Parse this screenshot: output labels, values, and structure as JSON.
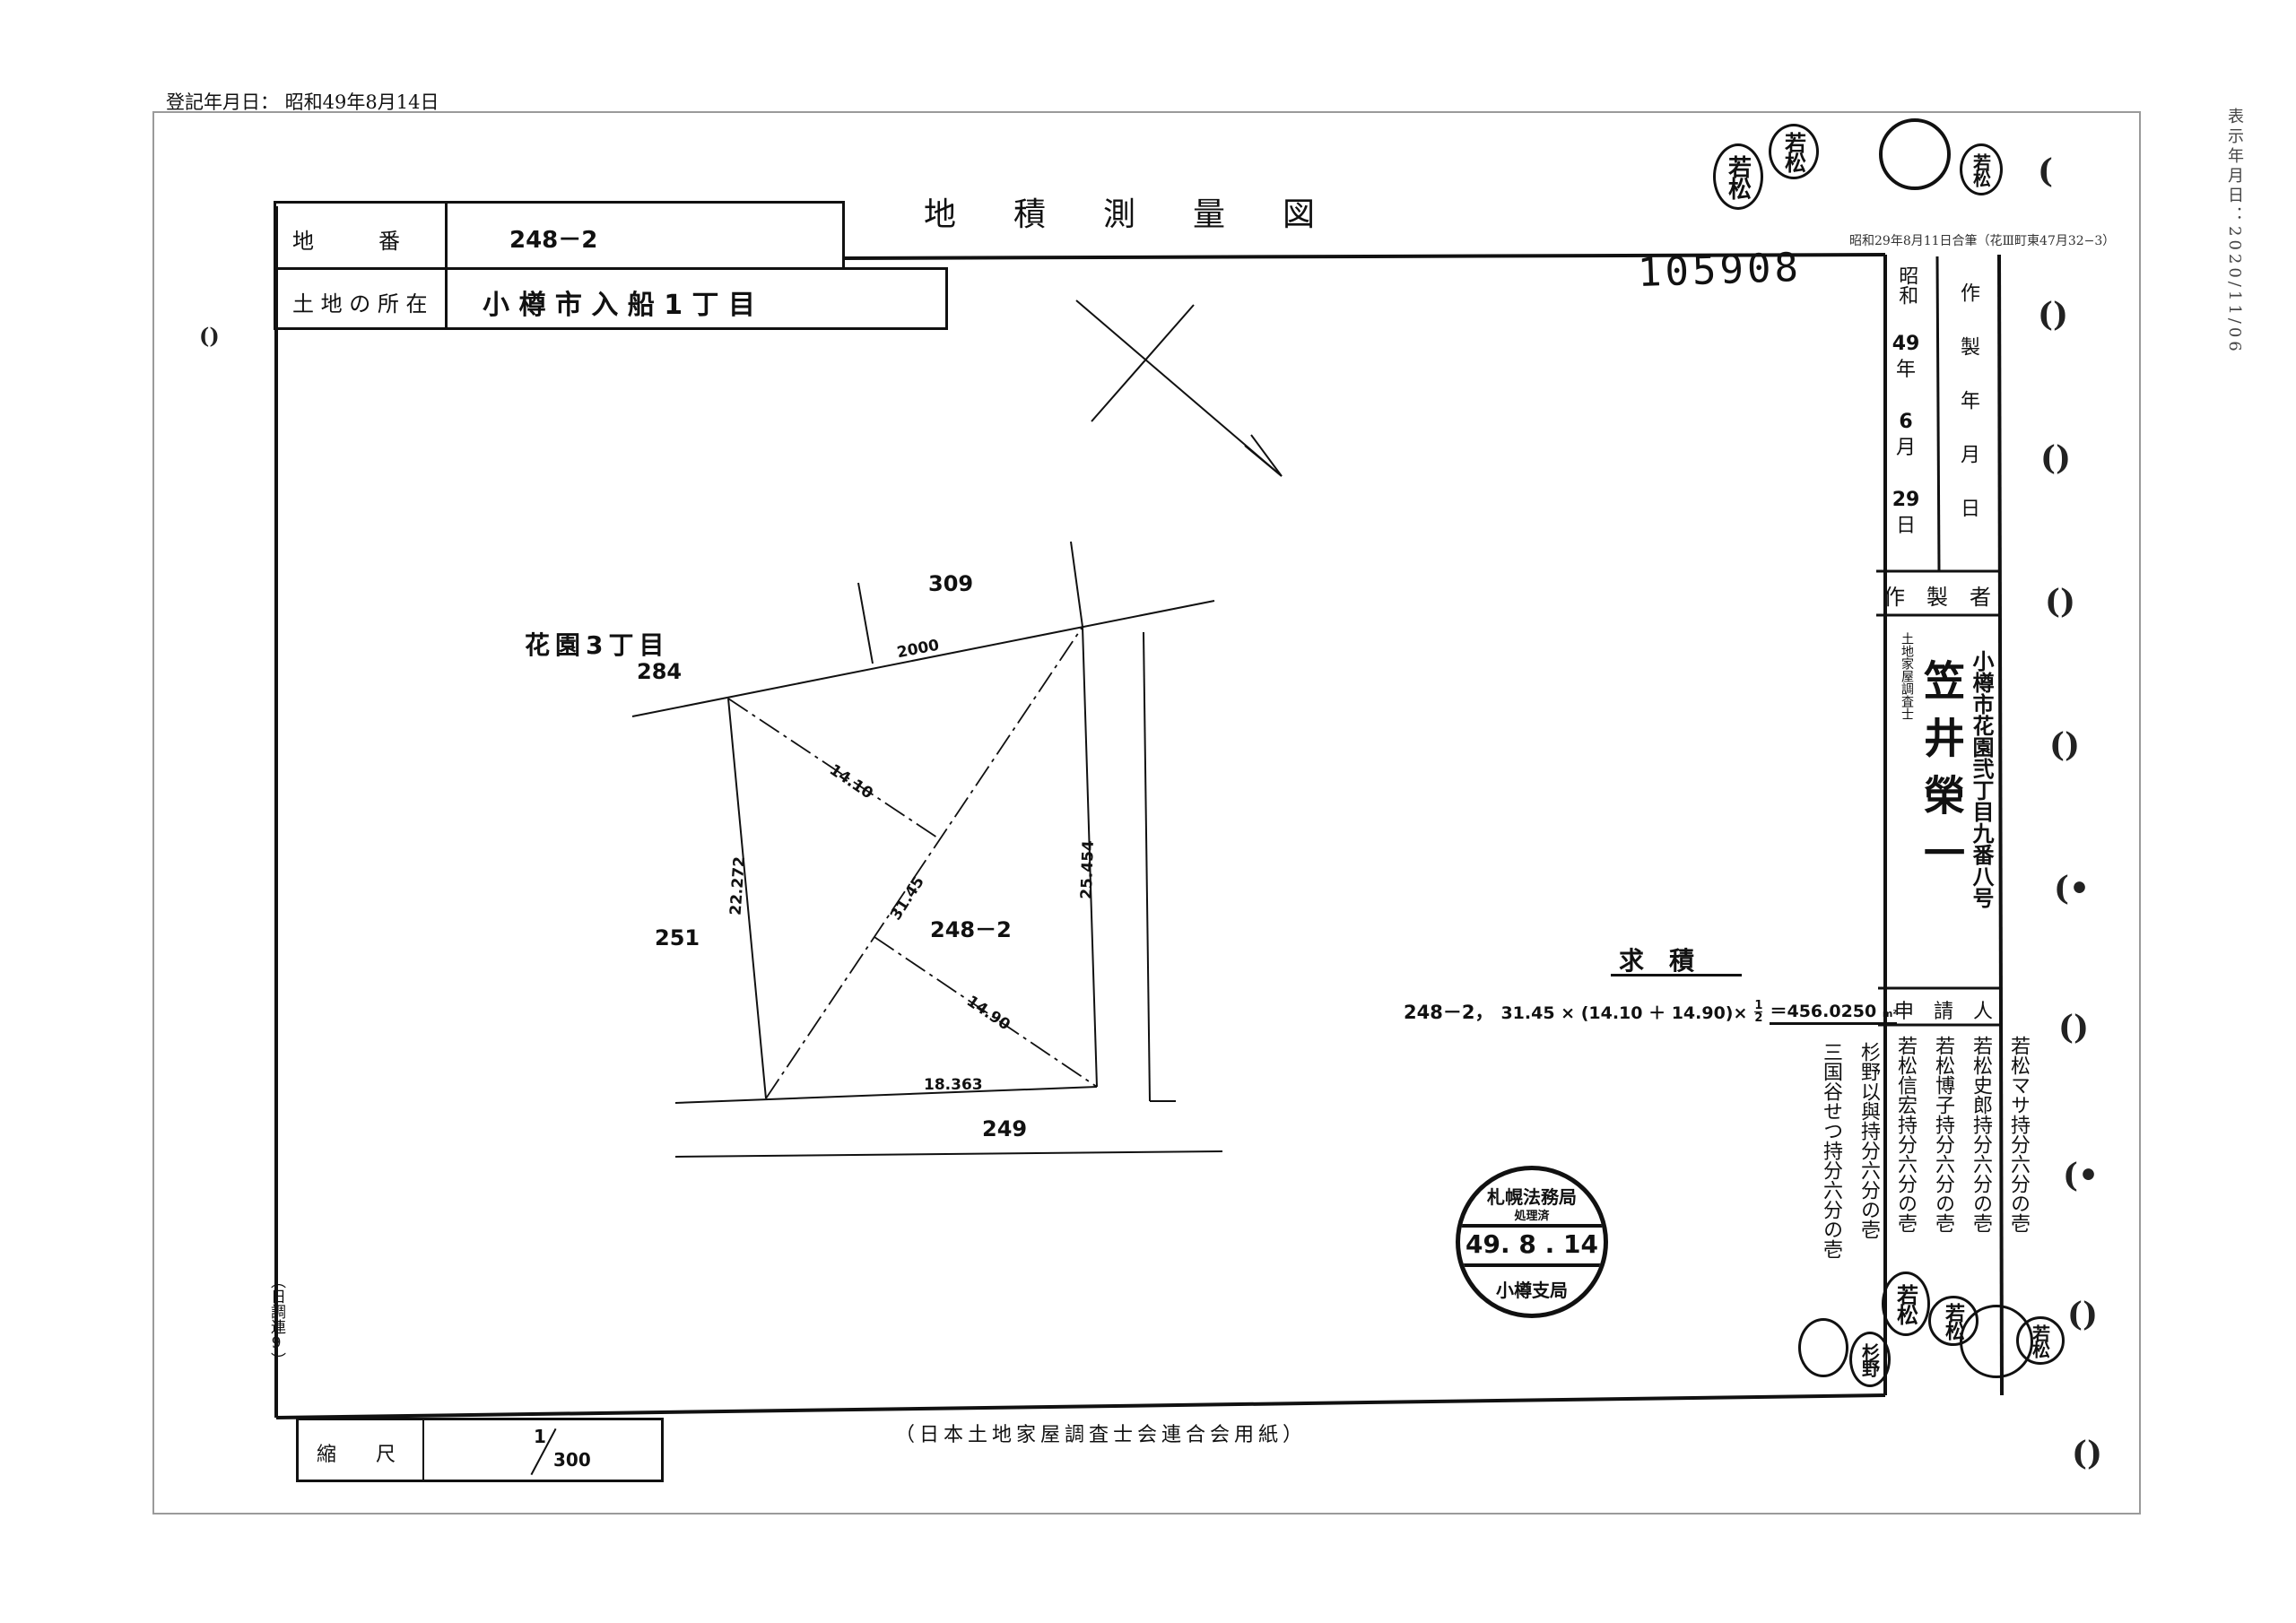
{
  "header": {
    "registration_date": "登記年月日： 昭和49年8月14日",
    "display_date": "表示年月日：2020/11/06"
  },
  "document": {
    "title": "地　積　測　量　図",
    "number": "105908",
    "handwritten_note": "昭和29年8月11日合筆（花Ⅲ町東47月32−3）"
  },
  "parcel": {
    "label": "地　　　番",
    "value": "248－2"
  },
  "location": {
    "label": "土 地 の 所 在",
    "value": "小 樽 市 入 船 1 丁 目"
  },
  "creation_date": {
    "label": "作製年月日",
    "era": "昭和",
    "year": "49",
    "year_unit": "年",
    "month": "6",
    "month_unit": "月",
    "day": "29",
    "day_unit": "日"
  },
  "maker": {
    "label": "作　製　者",
    "title": "土地家屋調査士",
    "name": "笠井榮一",
    "address": "小樽市花園弐丁目九番八号"
  },
  "applicants": {
    "label": "申　請　人",
    "list": [
      "若松マサ持分六分の壱",
      "若松史郎持分六分の壱",
      "若松博子持分六分の壱",
      "若松信宏持分六分の壱"
    ],
    "others": [
      "杉野以與持分六分の壱",
      "三国谷せつ持分六分の壱"
    ]
  },
  "drawing": {
    "district": "花園3丁目",
    "lots": {
      "north": "309",
      "northwest": "284",
      "west": "251",
      "south": "249",
      "subject": "248－2"
    },
    "dimensions": {
      "top": "2000",
      "perp_upper": "14.10",
      "left": "22.272",
      "diagonal": "31.45",
      "right": "25.454",
      "perp_lower": "14.90",
      "bottom": "18.363"
    }
  },
  "area_calc": {
    "heading": "求　積",
    "prefix": "248－2，",
    "expression": "31.45 × (14.10 ＋ 14.90)×",
    "fraction_num": "1",
    "fraction_den": "2",
    "result": "＝456.0250",
    "unit": "m²"
  },
  "seal": {
    "top": "札幌法務局",
    "sub": "処理済",
    "date": "49. 8 . 14",
    "bottom": "小樽支局"
  },
  "stamps": {
    "wakamatsu": "若松",
    "sugino": "杉野"
  },
  "scale": {
    "label": "縮　　尺",
    "numerator": "1",
    "denominator": "300"
  },
  "side_note": "（日調連9）",
  "footer": "（日本土地家屋調査士会連合会用紙）"
}
